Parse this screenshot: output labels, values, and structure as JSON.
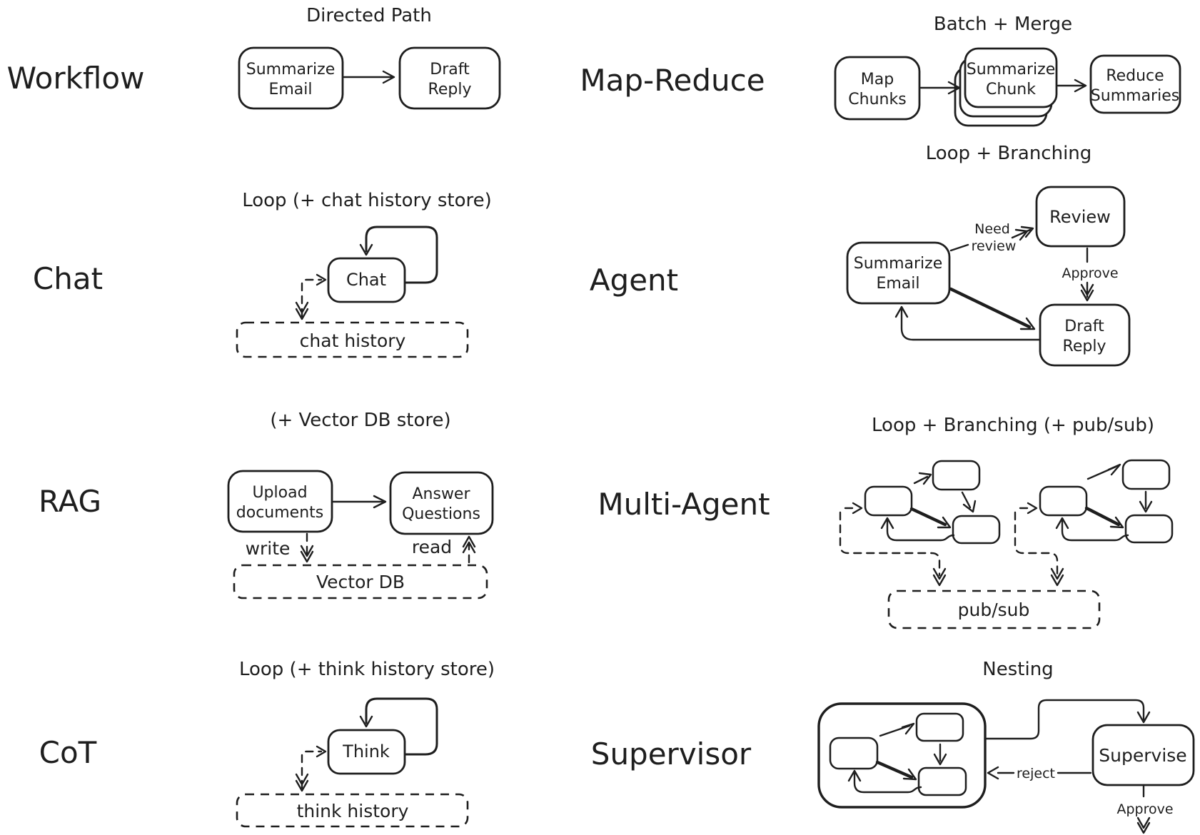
{
  "colors": {
    "ink": "#1e1e1e",
    "background": "#ffffff"
  },
  "sections": {
    "workflow": {
      "label": "Workflow",
      "title": "Directed Path",
      "nodes": {
        "summarize_email": {
          "line1": "Summarize",
          "line2": "Email"
        },
        "draft_reply": {
          "line1": "Draft",
          "line2": "Reply"
        }
      }
    },
    "map_reduce": {
      "label": "Map-Reduce",
      "title": "Batch + Merge",
      "nodes": {
        "map_chunks": {
          "line1": "Map",
          "line2": "Chunks"
        },
        "summarize_chunk": {
          "line1": "Summarize",
          "line2": "Chunk"
        },
        "reduce_summaries": {
          "line1": "Reduce",
          "line2": "Summaries"
        }
      }
    },
    "chat": {
      "label": "Chat",
      "title": "Loop (+ chat history store)",
      "nodes": {
        "chat": "Chat"
      },
      "store": "chat history"
    },
    "agent": {
      "label": "Agent",
      "title": "Loop + Branching",
      "nodes": {
        "summarize_email": {
          "line1": "Summarize",
          "line2": "Email"
        },
        "review": "Review",
        "draft_reply": {
          "line1": "Draft",
          "line2": "Reply"
        }
      },
      "edge_labels": {
        "need_review_line1": "Need",
        "need_review_line2": "review",
        "approve": "Approve"
      }
    },
    "rag": {
      "label": "RAG",
      "title": "(+ Vector DB store)",
      "nodes": {
        "upload_documents": {
          "line1": "Upload",
          "line2": "documents"
        },
        "answer_questions": {
          "line1": "Answer",
          "line2": "Questions"
        }
      },
      "edge_labels": {
        "write": "write",
        "read": "read"
      },
      "store": "Vector DB"
    },
    "multi_agent": {
      "label": "Multi-Agent",
      "title": "Loop + Branching (+ pub/sub)",
      "store": "pub/sub"
    },
    "cot": {
      "label": "CoT",
      "title": "Loop (+ think history store)",
      "nodes": {
        "think": "Think"
      },
      "store": "think history"
    },
    "supervisor": {
      "label": "Supervisor",
      "title": "Nesting",
      "nodes": {
        "supervise": "Supervise"
      },
      "edge_labels": {
        "reject": "reject",
        "approve": "Approve"
      }
    }
  }
}
